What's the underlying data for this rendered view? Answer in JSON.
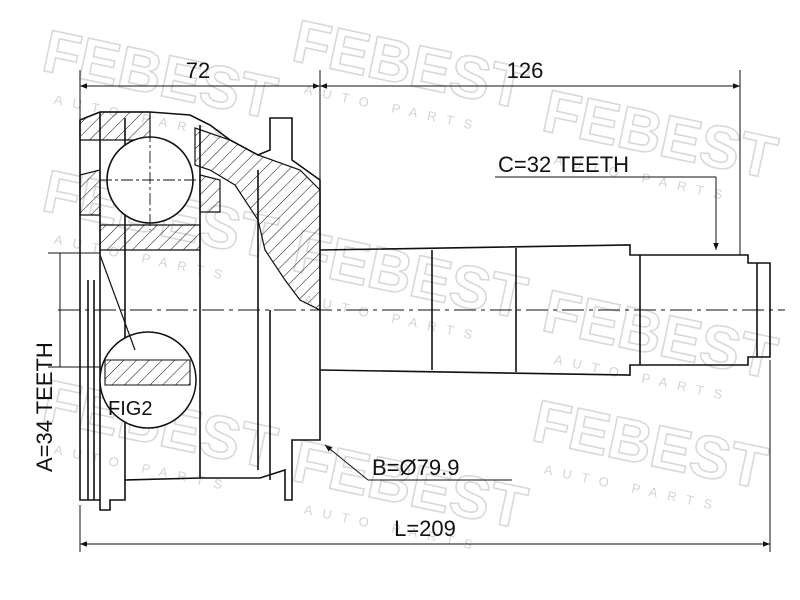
{
  "watermark": {
    "brand": "FEBEST",
    "tagline": "AUTO PARTS"
  },
  "dimensions": {
    "top_left": "72",
    "top_right": "126",
    "teeth_c": "C=32 TEETH",
    "teeth_a": "A=34 TEETH",
    "diameter_b": "B=Ø79.9",
    "length_l": "L=209"
  },
  "figure_label": "FIG2",
  "colors": {
    "line": "#111111",
    "watermark": "#d9d9d9"
  }
}
